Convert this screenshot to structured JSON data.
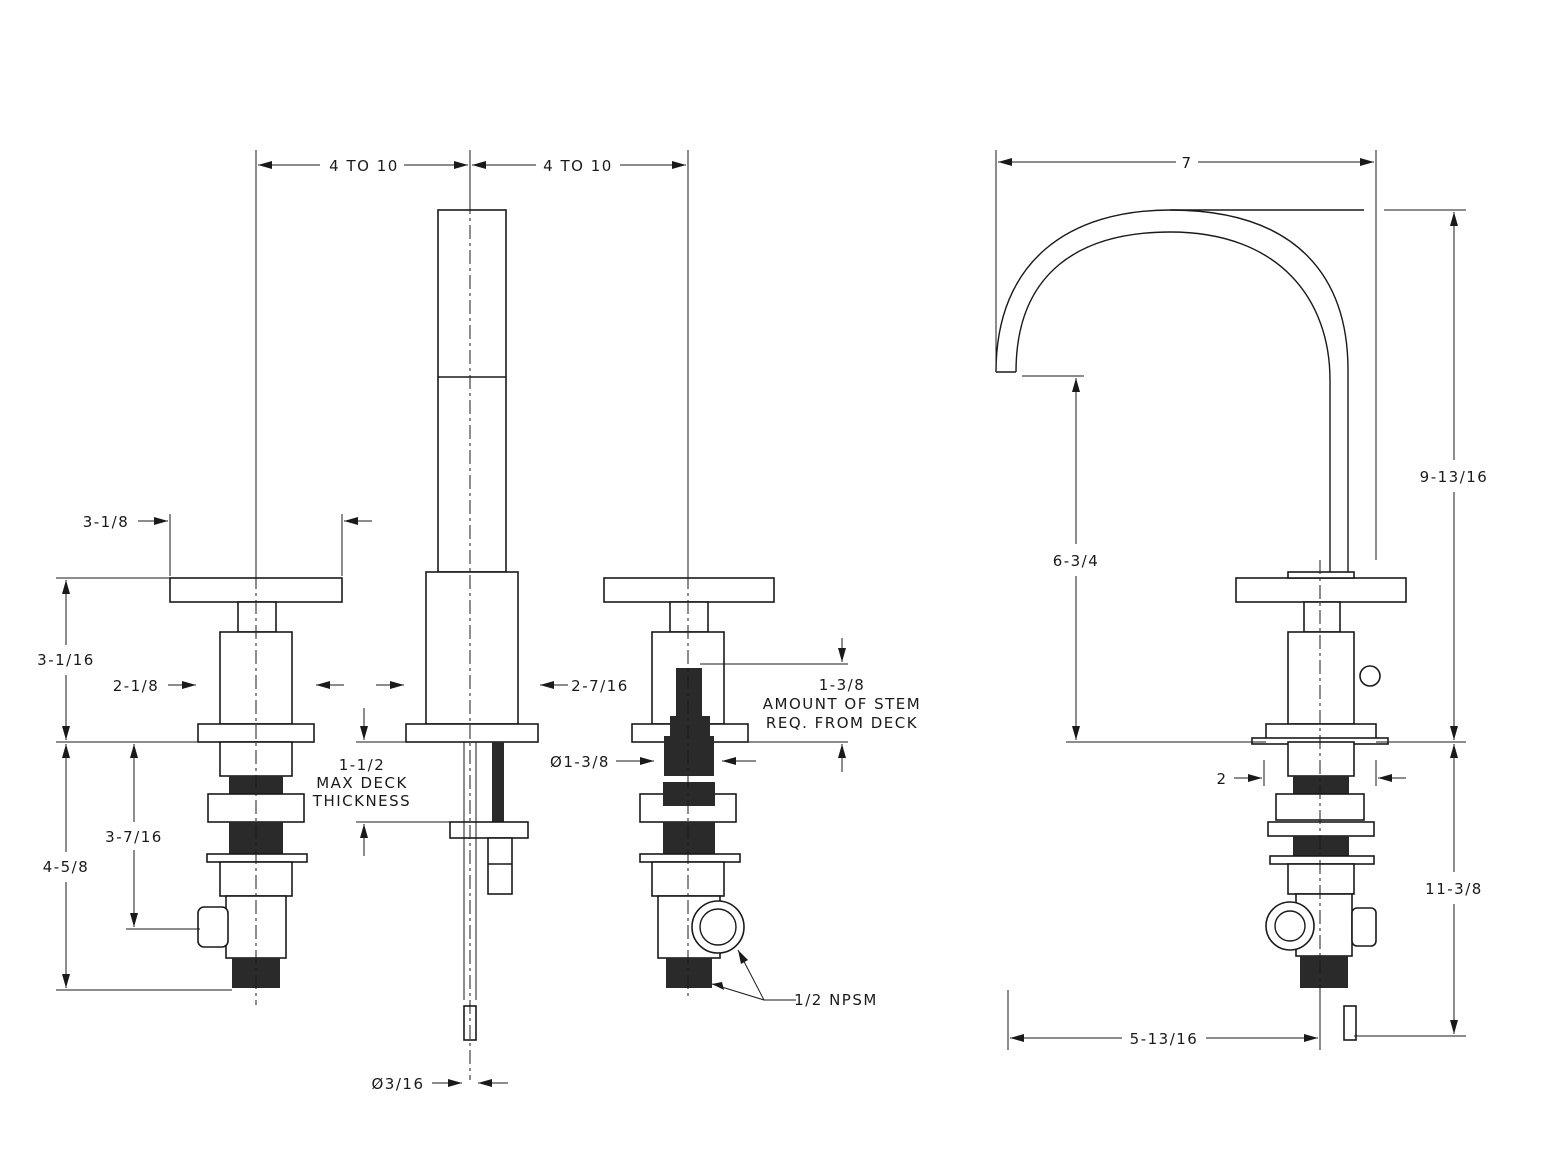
{
  "dimensions": {
    "left_spacing": "4 TO 10",
    "right_spacing": "4 TO 10",
    "handle_width": "3-1/8",
    "handle_height": "3-1/16",
    "valve_body_width": "2-1/8",
    "spout_base_width": "2-7/16",
    "max_deck_value": "1-1/2",
    "max_deck_line1": "MAX DECK",
    "max_deck_line2": "THICKNESS",
    "shank_to_inlet": "3-7/16",
    "below_deck_height": "4-5/8",
    "stem_value": "1-3/8",
    "stem_line1": "AMOUNT OF STEM",
    "stem_line2": "REQ. FROM DECK",
    "hole_diameter": "Ø1-3/8",
    "inlet_thread": "1/2 NPSM",
    "rod_diameter": "Ø3/16",
    "spout_reach": "7",
    "spout_height": "9-13/16",
    "spout_clearance": "6-3/4",
    "side_valve_width": "2",
    "side_below_deck": "11-3/8",
    "side_base_offset": "5-13/16"
  }
}
